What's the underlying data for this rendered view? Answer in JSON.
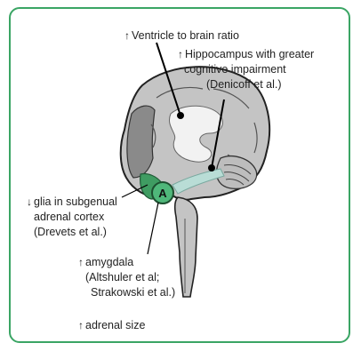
{
  "annotations": {
    "ventricle": {
      "arrow": "↑",
      "text": "Ventricle to brain ratio"
    },
    "hippocampus": {
      "arrow": "↑",
      "line1": "Hippocampus with greater",
      "line2": "cognitive impairment",
      "cite": "(Denicoff et al.)"
    },
    "glia": {
      "arrow": "↓",
      "line1": "glia in subgenual",
      "line2": "adrenal cortex",
      "cite": "(Drevets et al.)"
    },
    "amygdala": {
      "arrow": "↑",
      "text": "amygdala",
      "cite1": "(Altshuler et al;",
      "cite2": "Strakowski et al.)"
    },
    "adrenal": {
      "arrow": "↑",
      "text": "adrenal size"
    }
  },
  "marker": {
    "letter": "A"
  },
  "colors": {
    "border": "#3aa564",
    "marker_fill": "#4fb77a",
    "glia_fill": "#3f9c62",
    "hippocampus": "#b9ddd6"
  }
}
